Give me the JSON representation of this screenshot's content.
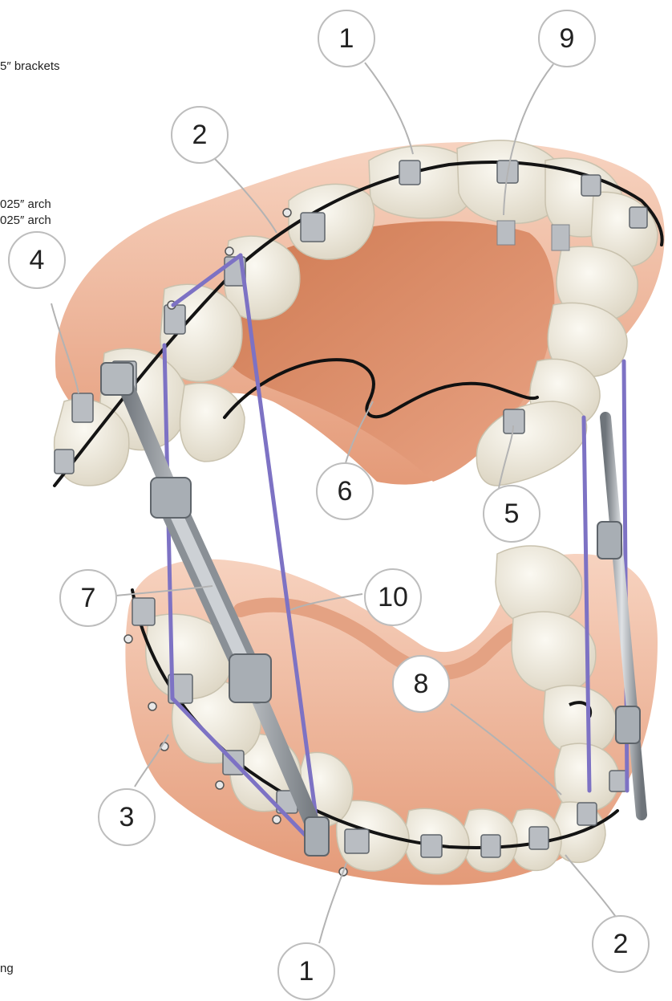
{
  "side_text": {
    "brackets": "5″ brackets",
    "arch_line_1": "025″ arch",
    "arch_line_2": "025″ arch",
    "spring": "ng"
  },
  "callouts": {
    "c1_top": "1",
    "c9": "9",
    "c2_top": "2",
    "c4": "4",
    "c6": "6",
    "c5": "5",
    "c7": "7",
    "c10": "10",
    "c8": "8",
    "c3": "3",
    "c1_bottom": "1",
    "c2_bottom": "2"
  },
  "colors": {
    "gum": "#e9a98a",
    "gum_light": "#f5cdb8",
    "palate": "#d98c66",
    "tooth": "#f1ede1",
    "tooth_shadow": "#d6d0c0",
    "archwire": "#141414",
    "bracket": "#b9bdc2",
    "elastic": "#7d72c4",
    "device": "#9aa0a6",
    "callout_stroke": "#bdbdbd",
    "leader": "#b3b3b3"
  }
}
